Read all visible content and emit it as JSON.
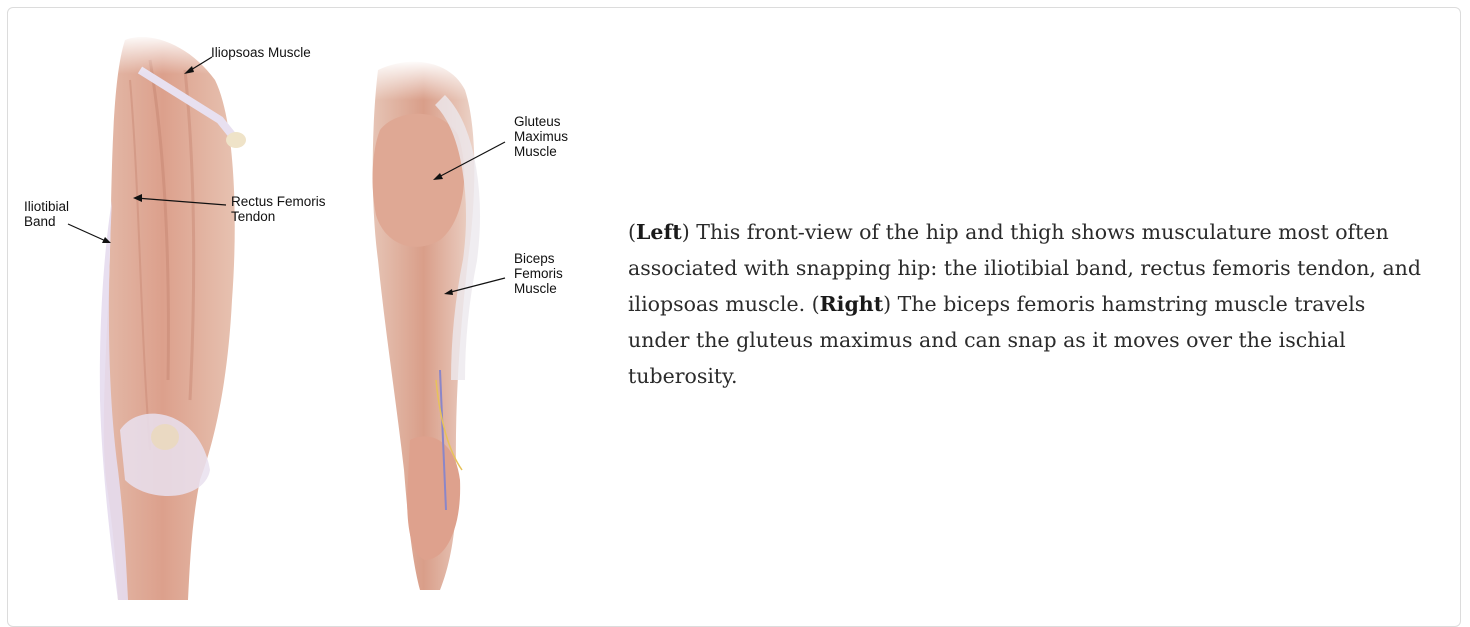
{
  "figure": {
    "labels": {
      "iliopsoas": "Iliopsoas Muscle",
      "iliotibial_1": "Iliotibial",
      "iliotibial_2": "Band",
      "rectus_1": "Rectus Femoris",
      "rectus_2": "Tendon",
      "gluteus_1": "Gluteus",
      "gluteus_2": "Maximus",
      "gluteus_3": "Muscle",
      "biceps_1": "Biceps",
      "biceps_2": "Femoris",
      "biceps_3": "Muscle"
    }
  },
  "caption": {
    "p1_open": "(",
    "left_word": "Left",
    "p1_text": ") This front-view of the hip and thigh shows musculature most often associated with snapping hip: the iliotibial band, rectus femoris tendon, and iliopsoas muscle. (",
    "right_word": "Right",
    "p2_text": ") The biceps femoris hamstring muscle travels under the gluteus maximus and can snap as it moves over the ischial tuberosity."
  }
}
